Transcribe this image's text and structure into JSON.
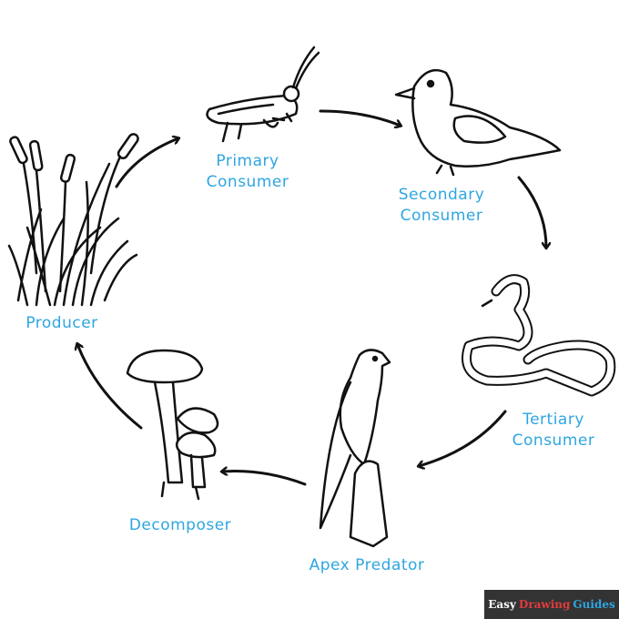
{
  "labels": {
    "primary": [
      "Primary",
      "Consumer"
    ],
    "secondary": [
      "Secondary",
      "Consumer"
    ],
    "tertiary": [
      "Tertiary",
      "Consumer"
    ],
    "apex": "Apex Predator",
    "decomposer": "Decomposer",
    "producer": "Producer"
  },
  "logo": {
    "easy": "Easy",
    "drawing": "Drawing",
    "guides": "Guides"
  },
  "colors": {
    "label": "#2ea6e0",
    "ink": "#111111",
    "logo_bg": "#333333",
    "logo_red": "#e23b3b",
    "logo_blue": "#2ea6e0"
  }
}
